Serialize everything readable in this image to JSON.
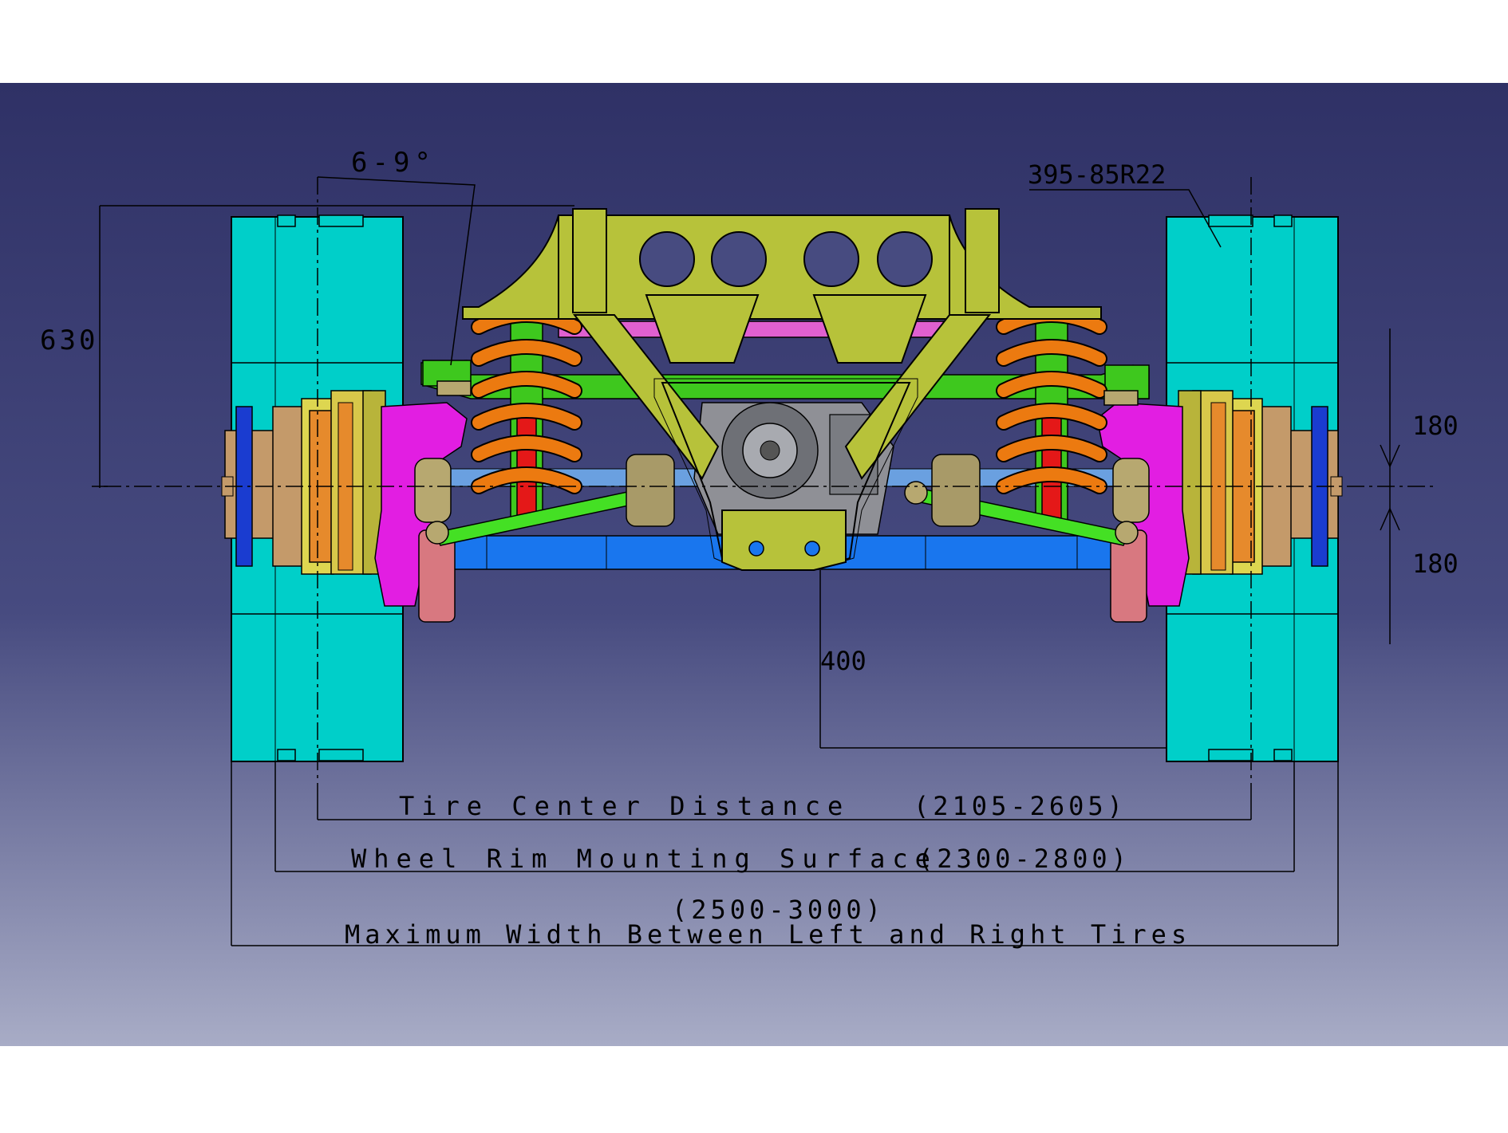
{
  "colors": {
    "background_top": "#33356a",
    "background_bottom": "#a4a8c4",
    "tire": "#00cfc9",
    "frame": "#b7c23a",
    "spring": "#ec7a10",
    "damper": "#e41818",
    "damper_rod": "#3ec81e",
    "control_arm": "#44e024",
    "upright": "#e21ee2",
    "axle_beam": "#1976ee",
    "anti_roll_bar": "#e060d0",
    "brake_disc": "#e68a2c",
    "hub": "#c49a6a",
    "bracket": "#d87880"
  },
  "labels": {
    "camber_angle": "6-9°",
    "tire_spec": "395-85R22",
    "height_630": "630",
    "travel_up": "180",
    "travel_down": "180",
    "ground_clearance": "400",
    "tire_center_text": "Tire Center Distance",
    "tire_center_range": "(2105-2605)",
    "rim_surface_text": "Wheel Rim Mounting Surface",
    "rim_surface_range": "(2300-2800)",
    "max_width_range": "(2500-3000)",
    "max_width_text": "Maximum Width Between Left and Right Tires"
  }
}
